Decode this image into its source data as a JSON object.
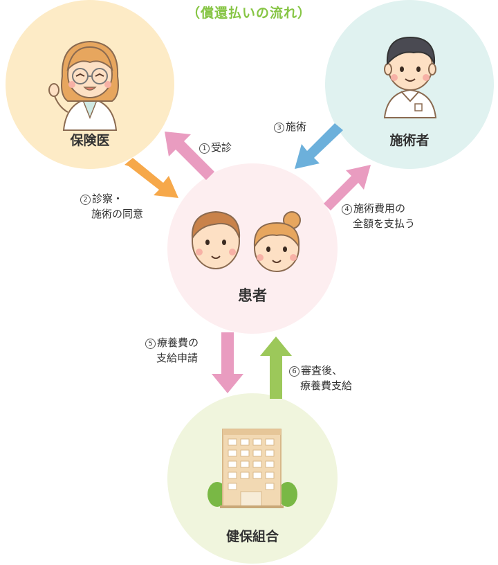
{
  "title": "（償還払いの流れ）",
  "nodes": {
    "doctor": {
      "label": "保険医"
    },
    "practitioner": {
      "label": "施術者"
    },
    "patient": {
      "label": "患者"
    },
    "insurer": {
      "label": "健保組合"
    }
  },
  "steps": [
    {
      "num": "1",
      "line1": "受診",
      "line2": ""
    },
    {
      "num": "2",
      "line1": "診察・",
      "line2": "施術の同意"
    },
    {
      "num": "3",
      "line1": "施術",
      "line2": ""
    },
    {
      "num": "4",
      "line1": "施術費用の",
      "line2": "全額を支払う"
    },
    {
      "num": "5",
      "line1": "療養費の",
      "line2": "支給申請"
    },
    {
      "num": "6",
      "line1": "審査後、",
      "line2": "療養費支給"
    }
  ],
  "colors": {
    "title": "#86c544",
    "doctor_bg": "#fdebc6",
    "practitioner_bg": "#e0f2f0",
    "patient_bg": "#fdeef0",
    "insurer_bg": "#f0f5dd",
    "pink_arrow": "#e99cc0",
    "orange_arrow": "#f6a84a",
    "blue_arrow": "#6cb0db",
    "green_arrow": "#9cc85a"
  }
}
